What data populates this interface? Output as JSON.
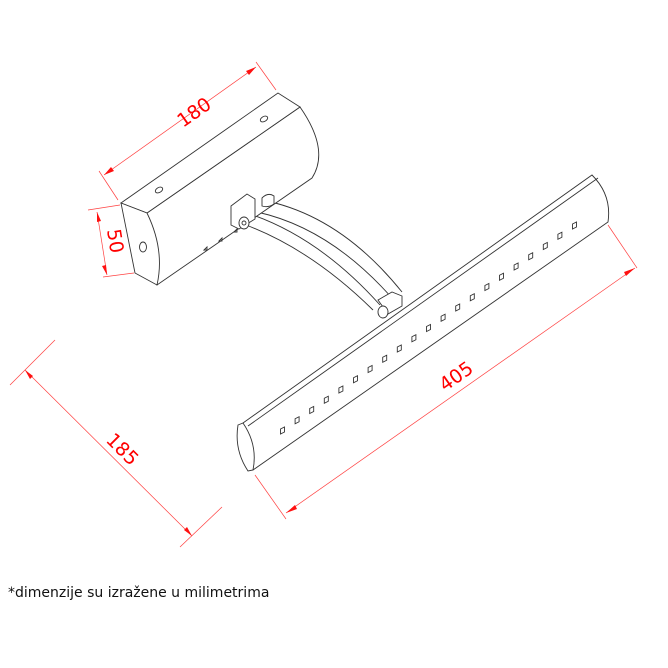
{
  "dimensions": {
    "length_base": "180",
    "height_base": "50",
    "projection": "185",
    "length_bar": "405"
  },
  "footnote": "*dimenzije su izražene u milimetrima",
  "colors": {
    "dimension": "#ff0000",
    "outline": "#333333"
  }
}
